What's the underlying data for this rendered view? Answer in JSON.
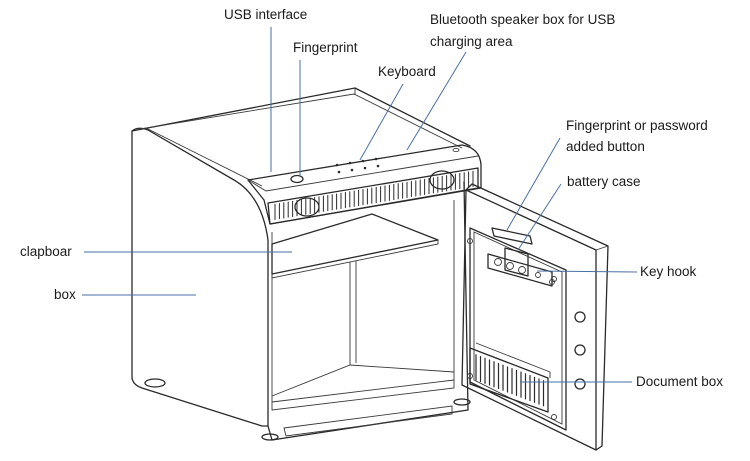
{
  "labels": {
    "usb_interface": "USB interface",
    "fingerprint": "Fingerprint",
    "keyboard": "Keyboard",
    "bluetooth_line1": "Bluetooth speaker box for USB",
    "bluetooth_line2": "charging area",
    "fp_button_line1": "Fingerprint or password",
    "fp_button_line2": "added button",
    "battery_case": "battery case",
    "key_hook": "Key hook",
    "document_box": "Document box",
    "clapboard": "clapboar",
    "box": "box"
  },
  "colors": {
    "line": "#2a2a2a",
    "leader": "#4a6fa5",
    "text": "#1a1a1a",
    "background": "#ffffff"
  }
}
